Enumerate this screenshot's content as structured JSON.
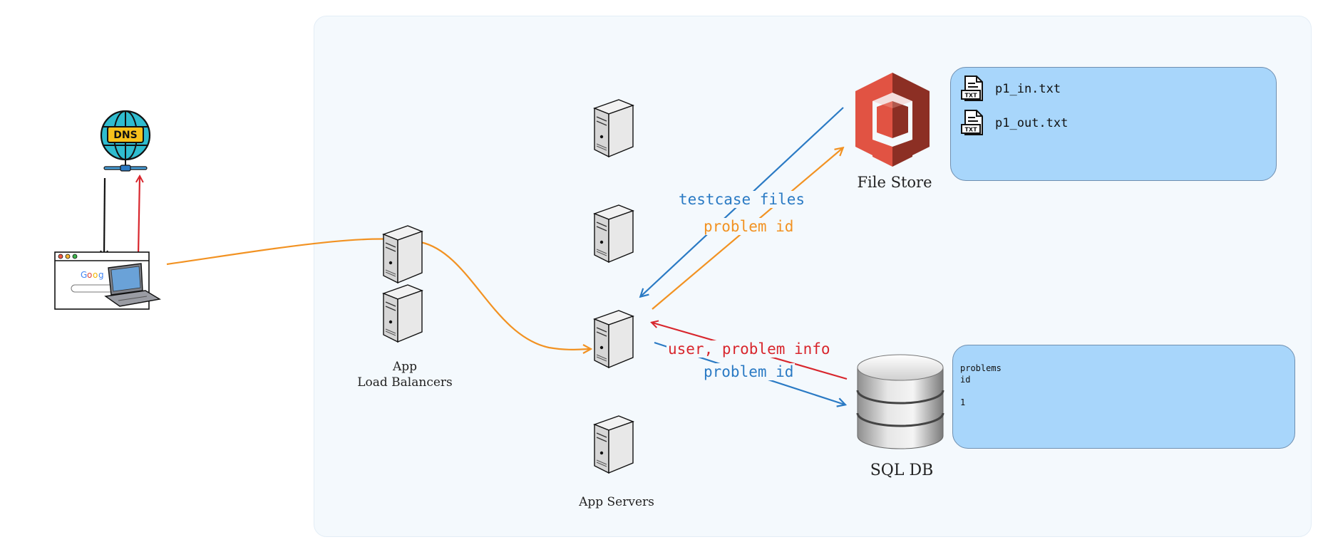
{
  "dns": {
    "label": "DNS"
  },
  "load_balancers": {
    "line1": "App",
    "line2": "Load Balancers"
  },
  "app_servers": {
    "label": "App Servers"
  },
  "file_store": {
    "label": "File Store",
    "files": [
      "p1_in.txt",
      "p1_out.txt"
    ]
  },
  "sql_db": {
    "label": "SQL DB",
    "table_name": "problems",
    "column": "id",
    "value": "1"
  },
  "edges": {
    "testcase_files": "testcase files",
    "problem_id_top": "problem id",
    "user_problem_info": "user, problem info",
    "problem_id_bottom": "problem id"
  },
  "colors": {
    "blue": "#2a7ac4",
    "orange": "#f29222",
    "red": "#d8262d",
    "black": "#111111",
    "canvas": "#f4f9fd",
    "panel": "#a8d6fb"
  }
}
